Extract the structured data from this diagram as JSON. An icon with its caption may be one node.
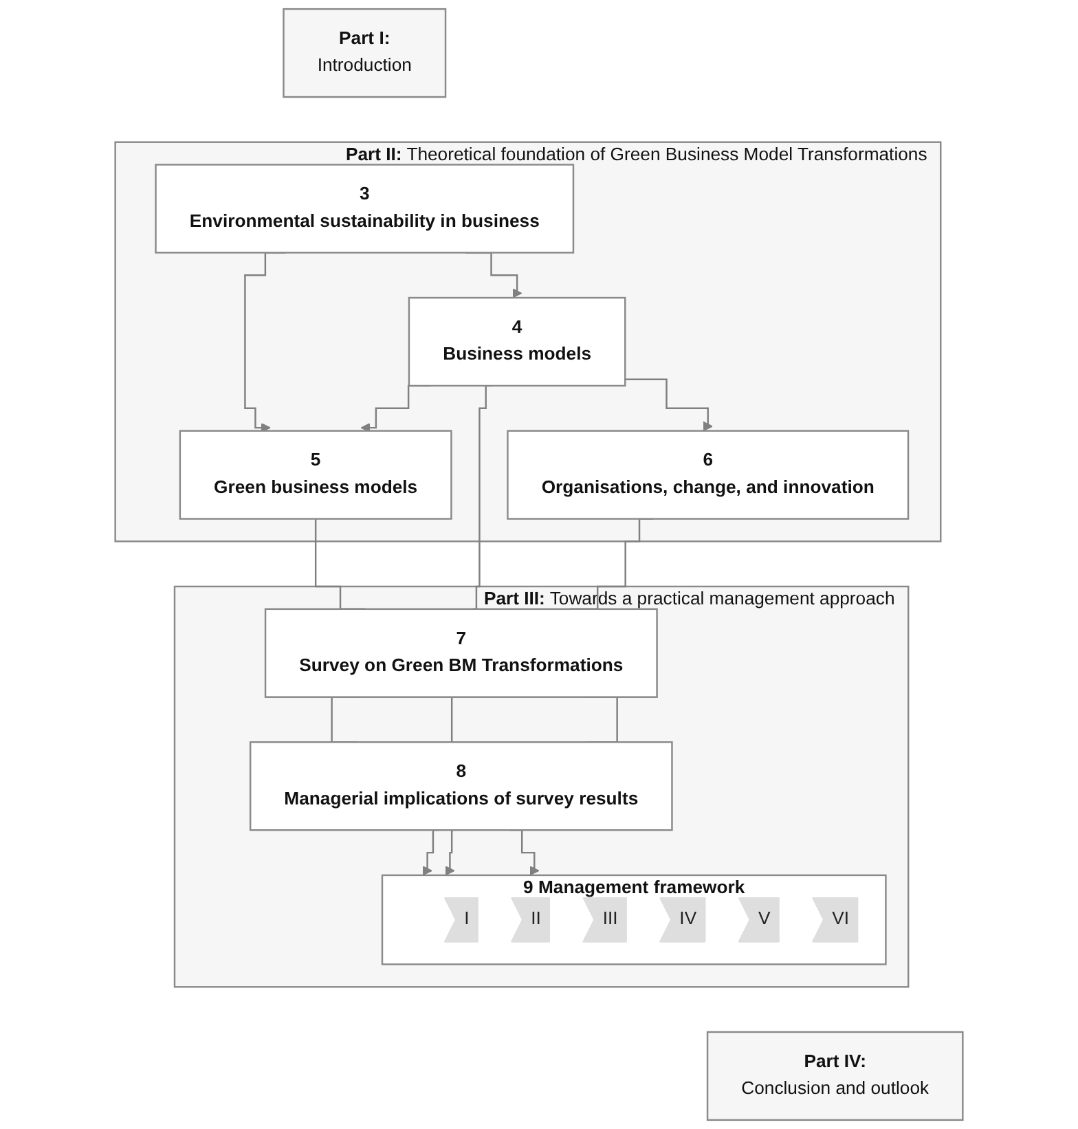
{
  "diagram": {
    "nodes": [
      {
        "text": [
          "Part I:",
          "Introduction"
        ]
      },
      {
        "text": [
          "Part II:",
          "Theoretical foundation of Green Business Model Transformations"
        ]
      },
      {
        "text": [
          "3",
          "Environmental sustainability in business"
        ],
        "in": 1
      },
      {
        "text": [
          "4",
          "Business models"
        ],
        "in": 1
      },
      {
        "text": [
          "5",
          "Green business models"
        ],
        "in": 1
      },
      {
        "text": [
          "6",
          "Organisations, change, and innovation"
        ],
        "in": 1
      },
      {
        "text": [
          "Part III:",
          "Towards a practical management approach"
        ]
      },
      {
        "text": [
          "7",
          "Survey on Green BM Transformations"
        ],
        "in": 6
      },
      {
        "text": [
          "8",
          "Managerial implications of survey results"
        ],
        "in": 6
      },
      {
        "text": [
          "9",
          "Management framework"
        ],
        "in": 6
      },
      {
        "text": [
          "I"
        ],
        "in": 9
      },
      {
        "text": [
          "II"
        ],
        "in": 9
      },
      {
        "text": [
          "III"
        ],
        "in": 9
      },
      {
        "text": [
          "IV"
        ],
        "in": 9
      },
      {
        "text": [
          "V"
        ],
        "in": 9
      },
      {
        "text": [
          "VI"
        ],
        "in": 9
      },
      {
        "text": [
          "Part IV:",
          "Conclusion and outlook"
        ]
      }
    ],
    "edges": [
      {
        "from": 2,
        "to": 3,
        "arrow": "to"
      },
      {
        "from": 2,
        "to": 4,
        "arrow": "to"
      },
      {
        "from": 3,
        "to": 5,
        "arrow": "to"
      },
      {
        "from": 3,
        "to": 4,
        "arrow": "to"
      },
      {
        "from": 4,
        "to": 7,
        "arrow": "none"
      },
      {
        "from": 3,
        "to": 7,
        "arrow": "none"
      },
      {
        "from": 5,
        "to": 7,
        "arrow": "none"
      },
      {
        "from": 7,
        "to": 8,
        "arrow": "none"
      },
      {
        "from": 7,
        "to": 8,
        "arrow": "none"
      },
      {
        "from": 7,
        "to": 8,
        "arrow": "none"
      },
      {
        "from": 8,
        "to": 9,
        "arrow": "to"
      },
      {
        "from": 8,
        "to": 9,
        "arrow": "to"
      },
      {
        "from": 8,
        "to": 9,
        "arrow": "to"
      }
    ]
  }
}
